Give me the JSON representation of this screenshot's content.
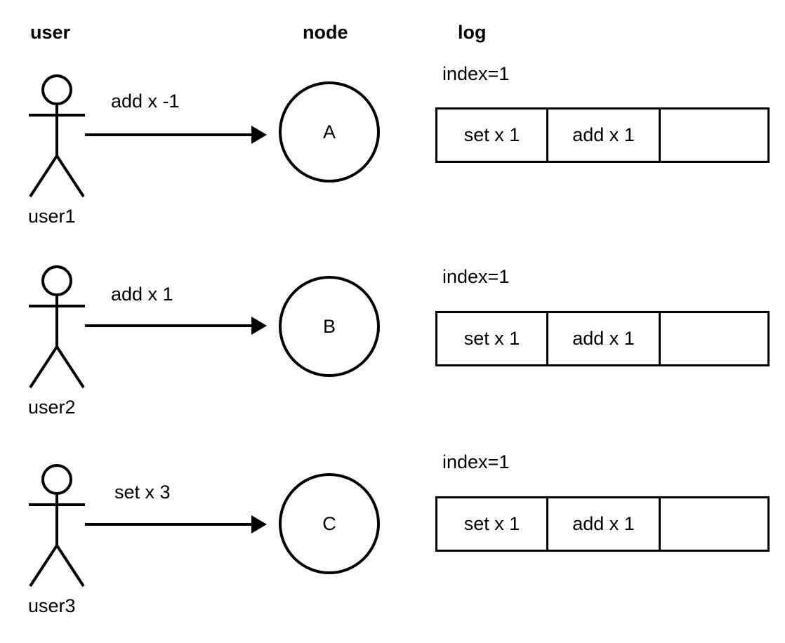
{
  "diagram": {
    "title": "distributed log replication diagram",
    "background_color": "#ffffff",
    "stroke_color": "#000000",
    "columns": [
      {
        "key": "user",
        "label": "user"
      },
      {
        "key": "node",
        "label": "node"
      },
      {
        "key": "log",
        "label": "log"
      }
    ]
  },
  "rows": [
    {
      "actor_label": "user1",
      "arrow_label": "add x -1",
      "node_label": "A",
      "log": {
        "index_label": "index=1",
        "cells": [
          "set x 1",
          "add x 1",
          ""
        ]
      }
    },
    {
      "actor_label": "user2",
      "arrow_label": "add x 1",
      "node_label": "B",
      "log": {
        "index_label": "index=1",
        "cells": [
          "set x 1",
          "add x 1",
          ""
        ]
      }
    },
    {
      "actor_label": "user3",
      "arrow_label": "set x 3",
      "node_label": "C",
      "log": {
        "index_label": "index=1",
        "cells": [
          "set x 1",
          "add x 1",
          ""
        ]
      }
    }
  ]
}
